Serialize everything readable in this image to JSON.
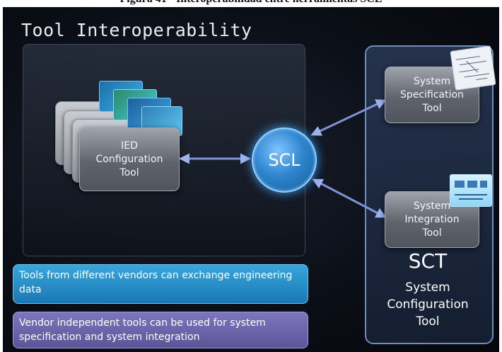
{
  "caption": "Figura 41 - Interoperabilidad entre herramientas SCL",
  "slide_title": "Tool Interoperability",
  "ied_tool": {
    "lines": [
      "IED",
      "Configuration",
      "Tool"
    ]
  },
  "scl_label": "SCL",
  "system_spec_tool": {
    "lines": [
      "System",
      "Specification",
      "Tool"
    ]
  },
  "system_integration_tool": {
    "lines": [
      "System",
      "Integration",
      "Tool"
    ]
  },
  "sct": {
    "abbr": "SCT",
    "lines": [
      "System",
      "Configuration",
      "Tool"
    ]
  },
  "info_boxes": [
    {
      "text": "Tools from different vendors  can exchange engineering data",
      "color": "#2a91c9"
    },
    {
      "text": "Vendor independent tools can be used for system specification and system integration",
      "color": "#6b65ab"
    }
  ],
  "colors": {
    "scl": "#2f86cf",
    "arrow": "#7f93d6",
    "panel_border": "#6c8fbf"
  }
}
